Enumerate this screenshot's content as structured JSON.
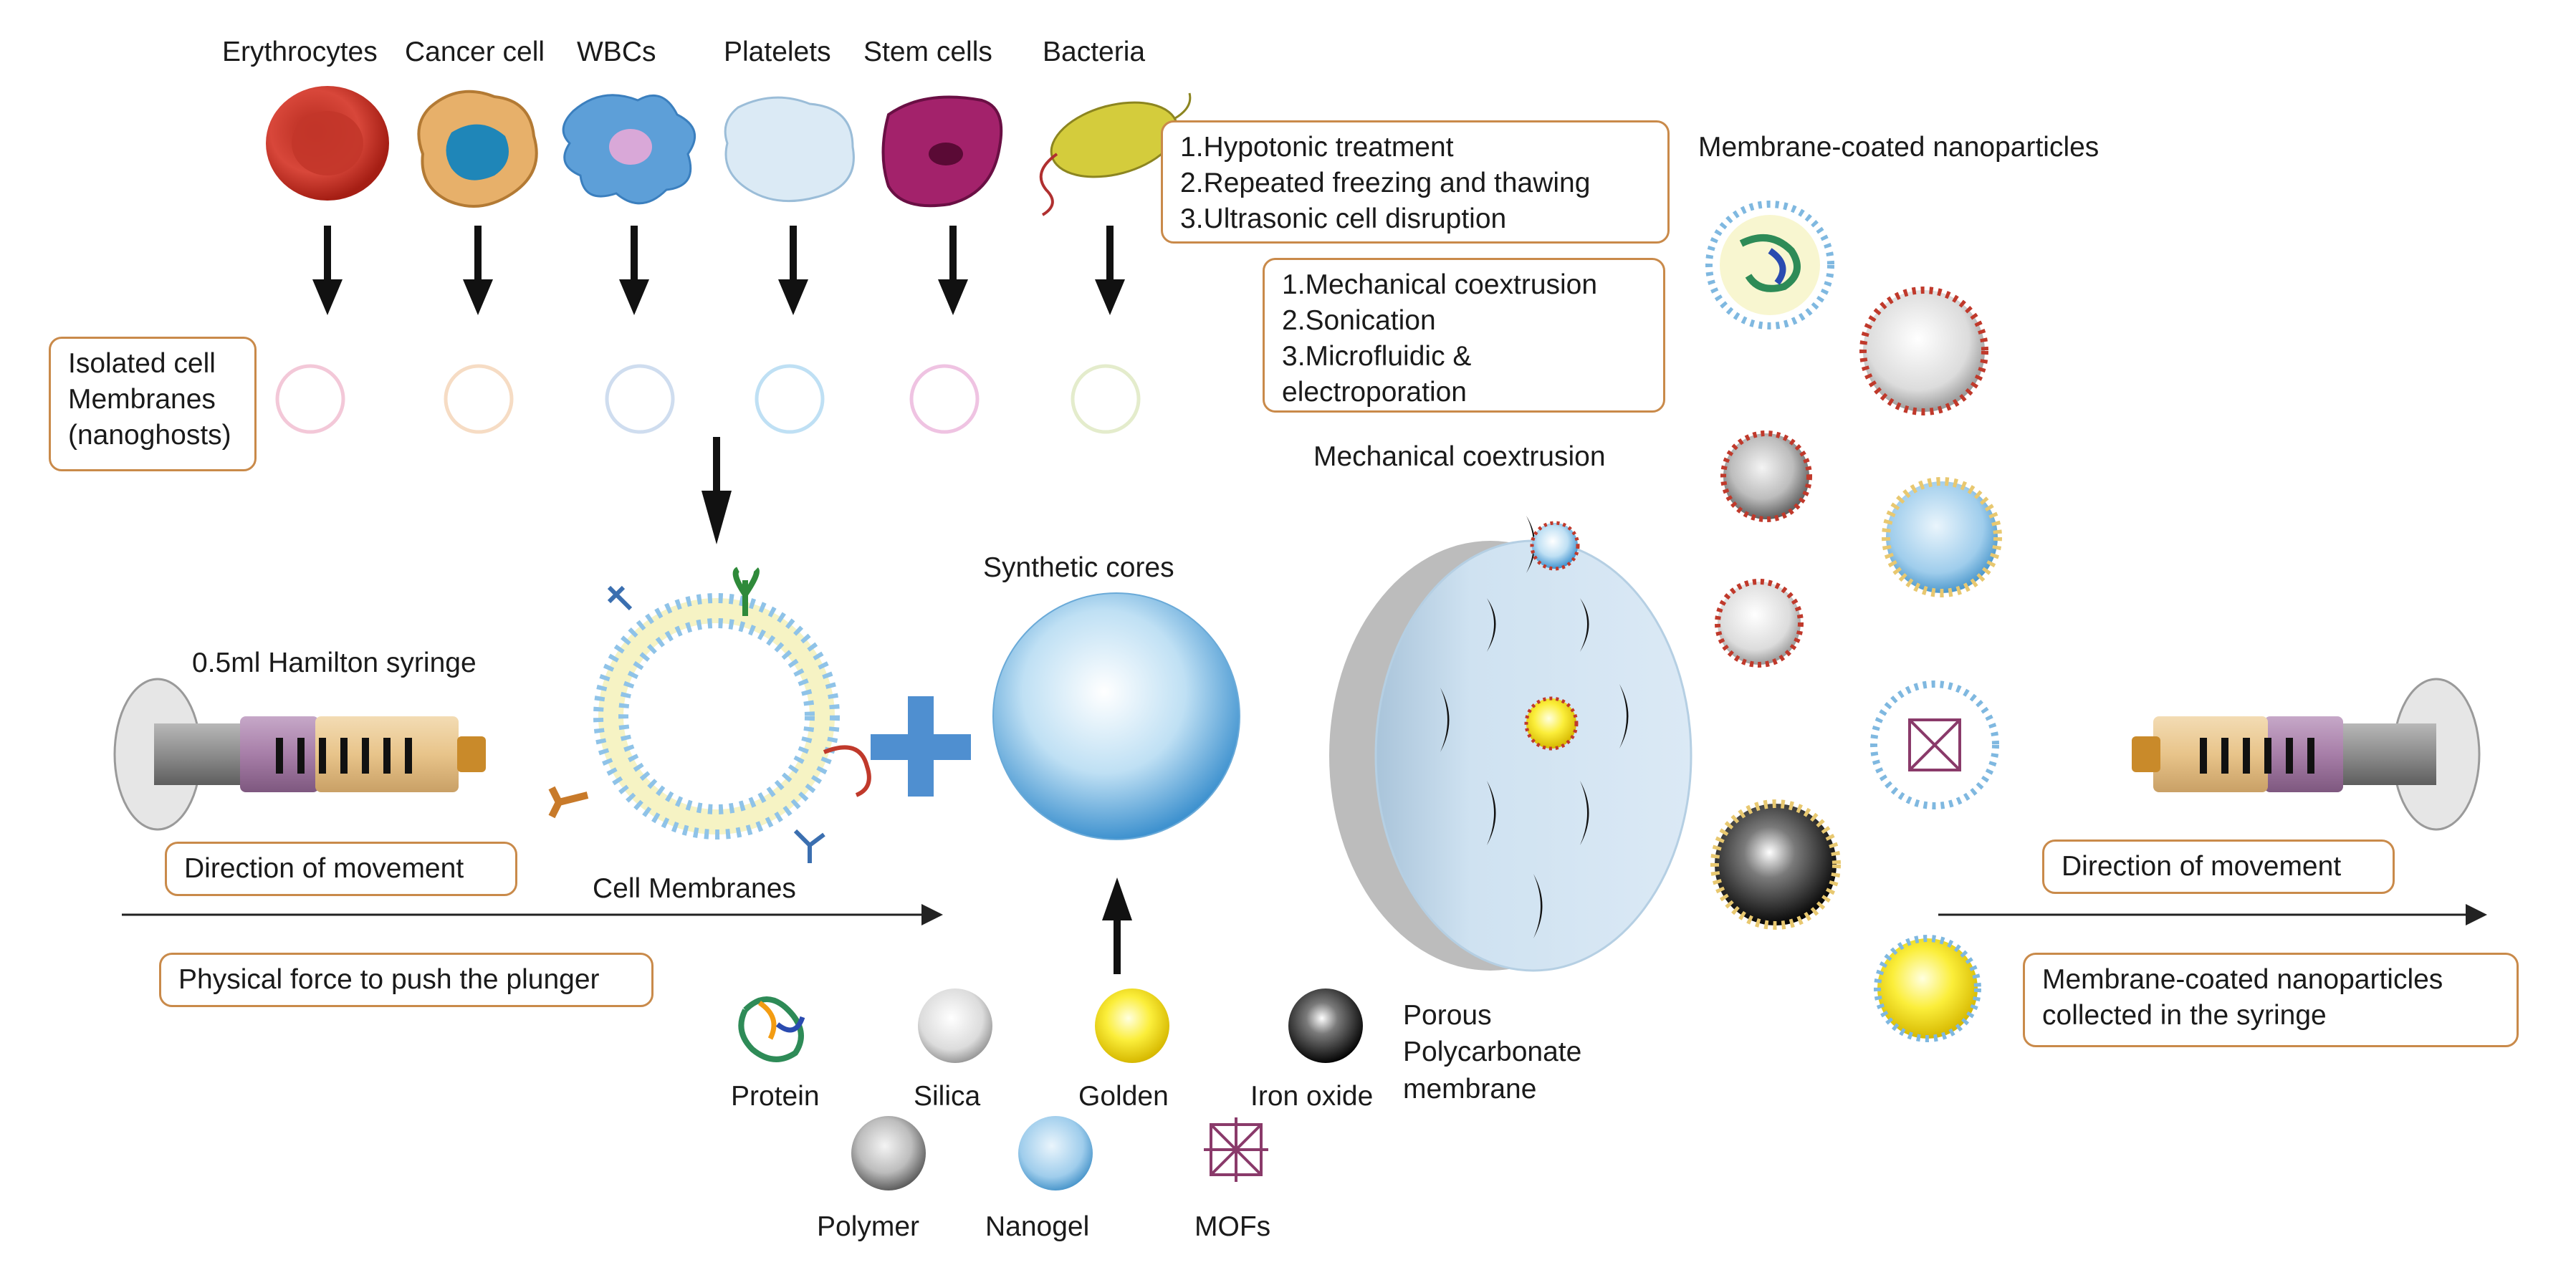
{
  "cell_sources": [
    "Erythrocytes",
    "Cancer cell",
    "WBCs",
    "Platelets",
    "Stem cells",
    "Bacteria"
  ],
  "isolated_membranes_box": [
    "Isolated cell",
    "Membranes",
    "(nanoghosts)"
  ],
  "disruption_methods_box": [
    "1.Hypotonic treatment",
    "2.Repeated freezing and thawing",
    "3.Ultrasonic cell disruption"
  ],
  "coating_methods_box": [
    "1.Mechanical coextrusion",
    "2.Sonication",
    "3.Microfluidic &",
    "electroporation"
  ],
  "membrane_coated_title": "Membrane-coated nanoparticles",
  "mechanical_coextrusion_title": "Mechanical coextrusion",
  "synthetic_cores_title": "Synthetic cores",
  "syringe_label": "0.5ml Hamilton syringe",
  "cell_membranes_label": "Cell Membranes",
  "direction_left": "Direction of movement",
  "direction_right": "Direction of movement",
  "physical_force": "Physical force to push the plunger",
  "collected_box": [
    "Membrane-coated nanoparticles",
    "collected in the syringe"
  ],
  "porous_membrane_label": [
    "Porous",
    "Polycarbonate",
    "membrane"
  ],
  "core_types_row1": [
    "Protein",
    "Silica",
    "Golden",
    "Iron oxide"
  ],
  "core_types_row2": [
    "Polymer",
    "Nanogel",
    "MOFs"
  ],
  "colors": {
    "box_border": "#c98a4a",
    "erythrocyte": "#c8372a",
    "cancer_cell": "#e0a35a",
    "wbc": "#5b9bd5",
    "platelet": "#d6e6f2",
    "stem_cell": "#a3226b",
    "bacteria": "#c9c23a",
    "synthetic_core": "#5aa5d8",
    "plus": "#4f8fd0",
    "golden_core": "#f2e21a"
  }
}
